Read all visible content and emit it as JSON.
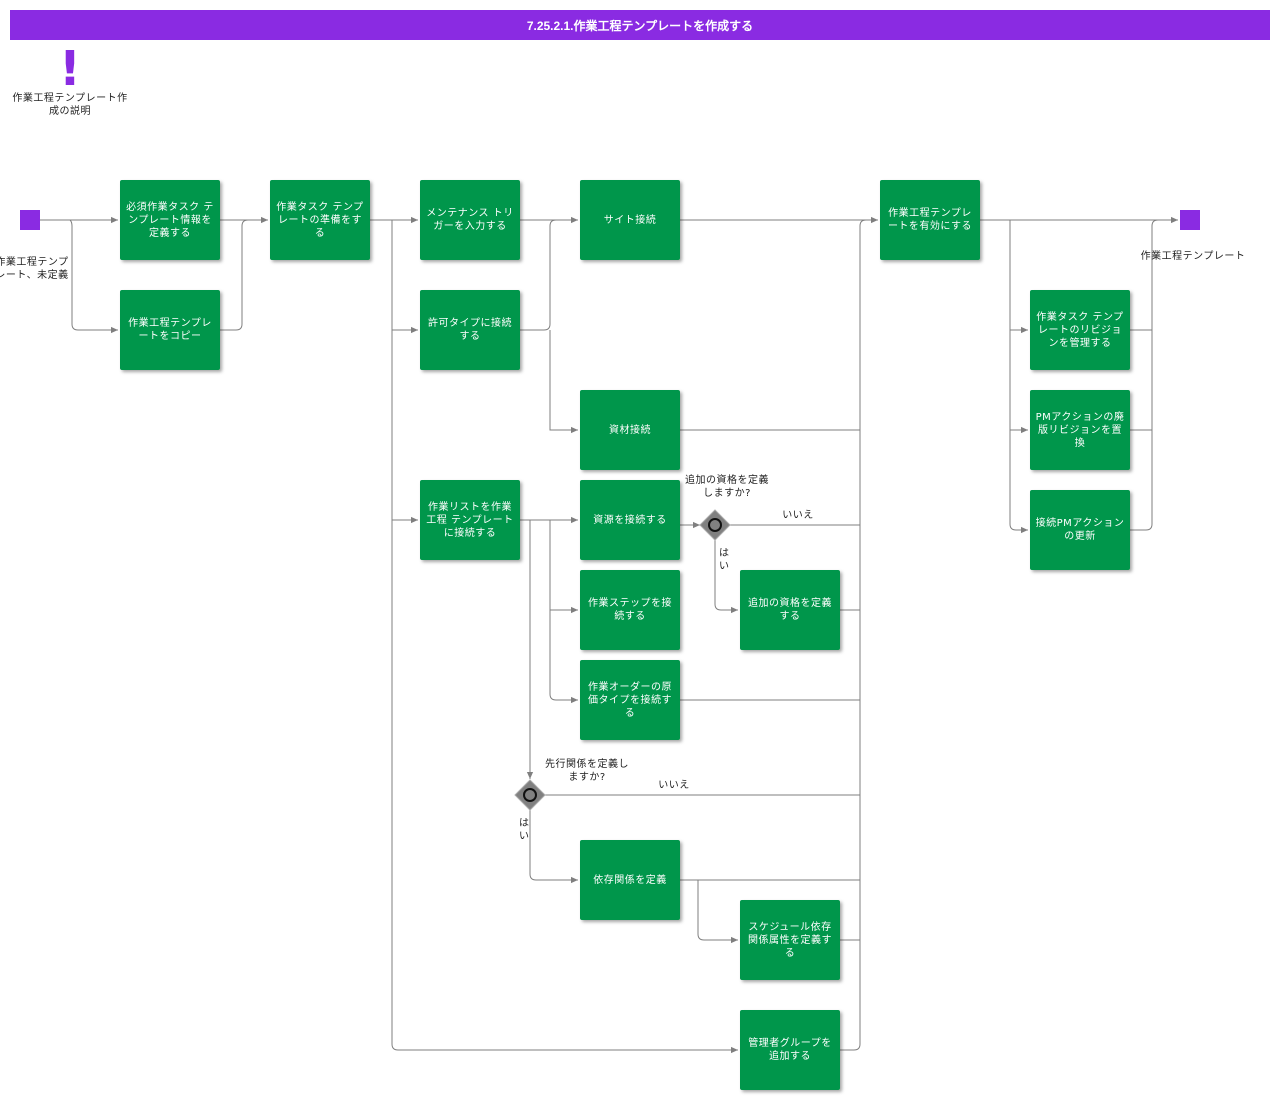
{
  "title": "7.25.2.1.作業工程テンプレートを作成する",
  "note": {
    "icon": "exclamation-icon",
    "label": "作業工程テンプレート作成の説明"
  },
  "colors": {
    "header": "#8a2be2",
    "task": "#00964b",
    "event": "#8a2be2",
    "gateway": "#808080",
    "line": "#7f7f7f"
  },
  "events": {
    "start_label": "作業工程テンプレート、未定義",
    "end_label": "作業工程テンプレート"
  },
  "tasks": {
    "define_required_info": "必須作業タスク テンプレート情報を定義する",
    "copy_template": "作業工程テンプレートをコピー",
    "prepare_task_template": "作業タスク テンプレートの準備をする",
    "enter_maintenance_trigger": "メンテナンス トリガーを入力する",
    "connect_permit_type": "許可タイプに接続する",
    "connect_task_list": "作業リストを作業工程 テンプレートに接続する",
    "site_connection": "サイト接続",
    "material_connection": "資材接続",
    "connect_resource": "資源を接続する",
    "connect_work_step": "作業ステップを接続する",
    "connect_cost_type": "作業オーダーの原価タイプを接続する",
    "define_additional_qualification": "追加の資格を定義する",
    "define_dependency": "依存関係を定義",
    "define_schedule_dependency": "スケジュール依存関係属性を定義する",
    "add_admin_group": "管理者グループを追加する",
    "activate_template": "作業工程テンプレートを有効にする",
    "manage_task_revision": "作業タスク テンプレートのリビジョンを管理する",
    "replace_obsolete_revision": "PMアクションの廃版リビジョンを置換",
    "update_connected_pm": "接続PMアクションの更新"
  },
  "gateways": {
    "qualification_question": "追加の資格を定義しますか?",
    "qualification_no": "いいえ",
    "qualification_yes": "はい",
    "precedence_question": "先行関係を定義しますか?",
    "precedence_no": "いいえ",
    "precedence_yes": "はい"
  }
}
